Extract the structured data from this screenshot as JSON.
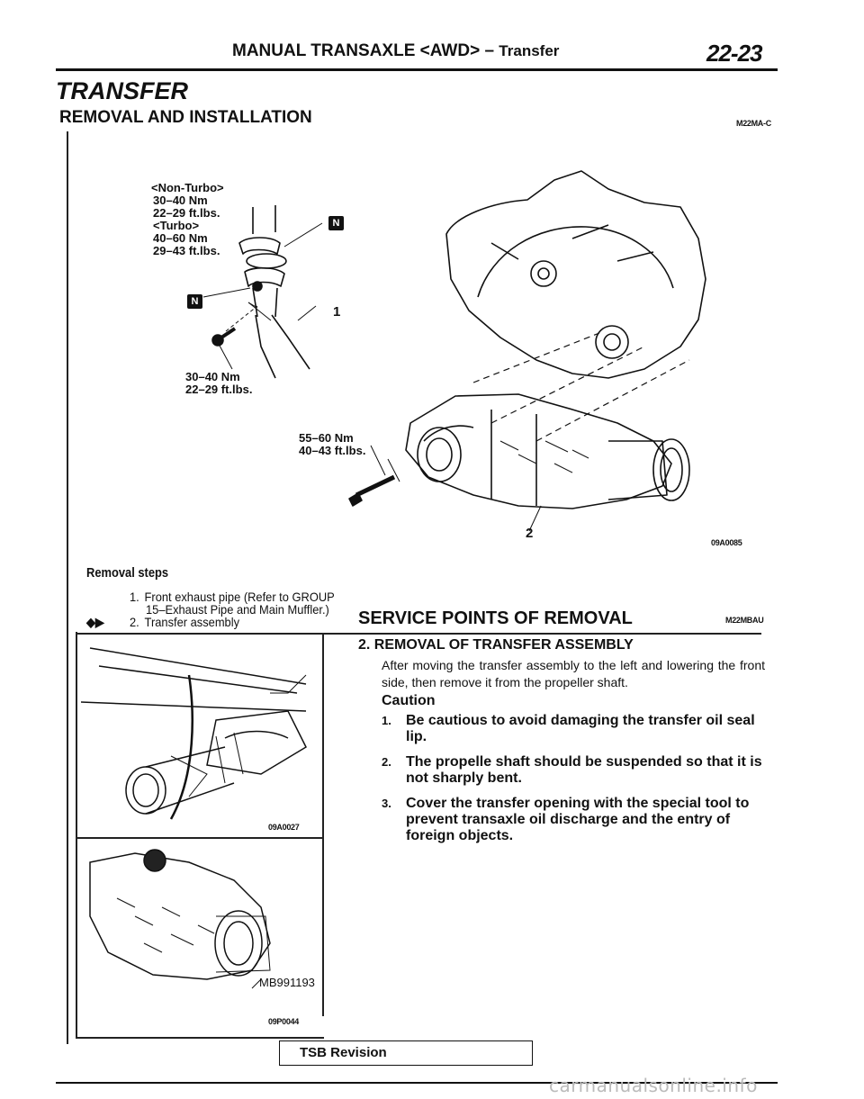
{
  "header": {
    "title_main": "MANUAL TRANSAXLE <AWD> –",
    "title_section": "Transfer",
    "page_number": "22-23"
  },
  "section": {
    "title": "TRANSFER",
    "subtitle": "REMOVAL AND INSTALLATION",
    "code": "M22MA-C"
  },
  "diagram": {
    "label_non_turbo": "<Non-Turbo>",
    "torque_non_turbo_nm": "30–40 Nm",
    "torque_non_turbo_ftlbs": "22–29 ft.lbs.",
    "label_turbo": "<Turbo>",
    "torque_turbo_nm": "40–60 Nm",
    "torque_turbo_ftlbs": "29–43 ft.lbs.",
    "torque_lower_nm": "30–40 Nm",
    "torque_lower_ftlbs": "22–29 ft.lbs.",
    "torque_bolt_nm": "55–60 Nm",
    "torque_bolt_ftlbs": "40–43 ft.lbs.",
    "callout_1": "1",
    "callout_2": "2",
    "badge_n": "N",
    "figure_code": "09A0085"
  },
  "removal": {
    "title": "Removal steps",
    "steps": [
      {
        "num": "1.",
        "text": "Front exhaust pipe (Refer to GROUP",
        "cont": "15–Exhaust Pipe and Main Muffler.)"
      },
      {
        "num": "2.",
        "text": "Transfer assembly",
        "mark": "◆▶"
      }
    ]
  },
  "figures": {
    "fig1_code": "09A0027",
    "fig2_tool": "MB991193",
    "fig2_code": "09P0044"
  },
  "service": {
    "title": "SERVICE POINTS OF REMOVAL",
    "code": "M22MBAU",
    "heading": "2. REMOVAL OF TRANSFER ASSEMBLY",
    "body": "After moving the transfer assembly to the left and lowering the front side, then remove it from the propeller shaft.",
    "caution_label": "Caution",
    "cautions": [
      {
        "num": "1.",
        "text": "Be cautious to avoid damaging the transfer oil seal lip."
      },
      {
        "num": "2.",
        "text": "The propelle shaft should be suspended so that it is not sharply bent."
      },
      {
        "num": "3.",
        "text": "Cover the transfer opening with the special tool to prevent transaxle oil discharge and the entry of foreign objects."
      }
    ]
  },
  "footer": {
    "tsb": "TSB Revision",
    "watermark": "carmanualsonline.info"
  }
}
